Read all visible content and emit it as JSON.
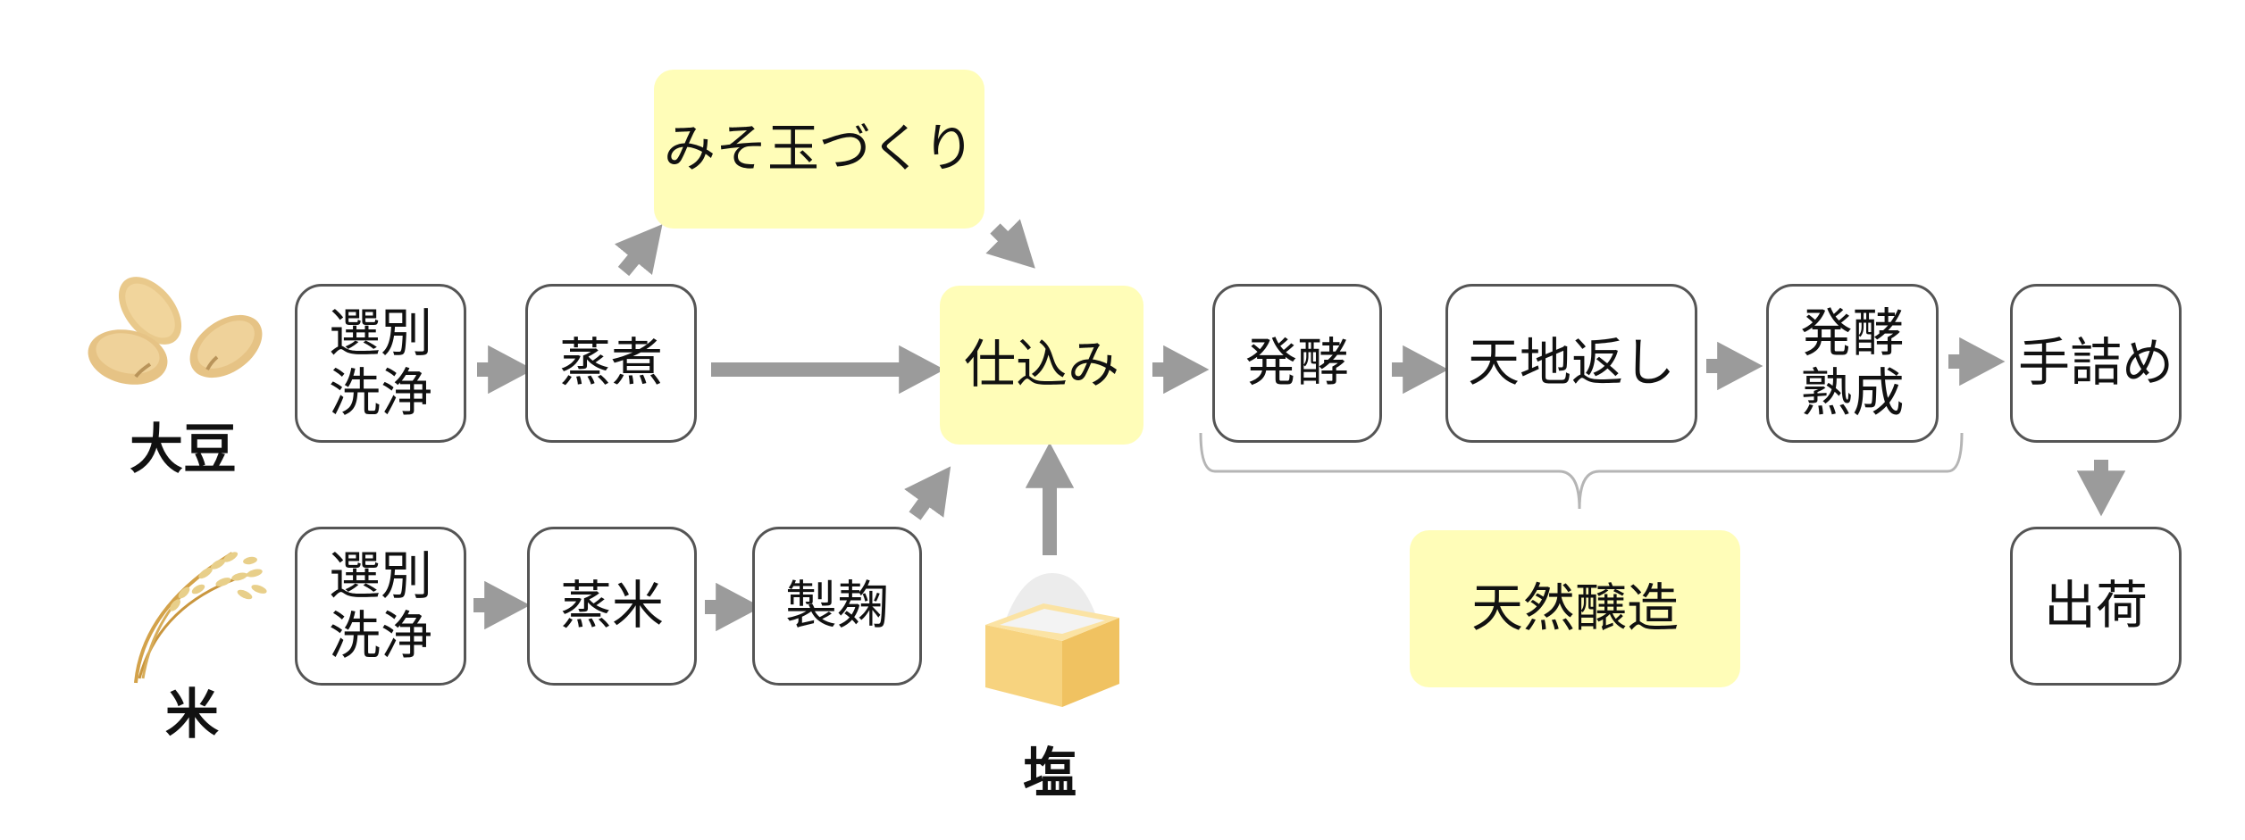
{
  "colors": {
    "node_border": "#555555",
    "highlight_fill": "#fffdb8",
    "arrow": "#9b9b9b",
    "brace": "#b5b5b5"
  },
  "ingredients": {
    "soybean": "大豆",
    "rice": "米",
    "salt": "塩"
  },
  "icons": {
    "soybean": "soybean-icon",
    "rice": "rice-plant-icon",
    "salt": "salt-box-icon"
  },
  "nodes": {
    "soy_wash": "選別\n洗浄",
    "simmer": "蒸煮",
    "miso_ball": "みそ玉づくり",
    "preparation": "仕込み",
    "ferment": "発酵",
    "stir": "天地返し",
    "aging": "発酵\n熟成",
    "packing": "手詰め",
    "shipping": "出荷",
    "rice_wash": "選別\n洗浄",
    "steam_rice": "蒸米",
    "koji": "製麹",
    "natural_brewing": "天然醸造"
  }
}
